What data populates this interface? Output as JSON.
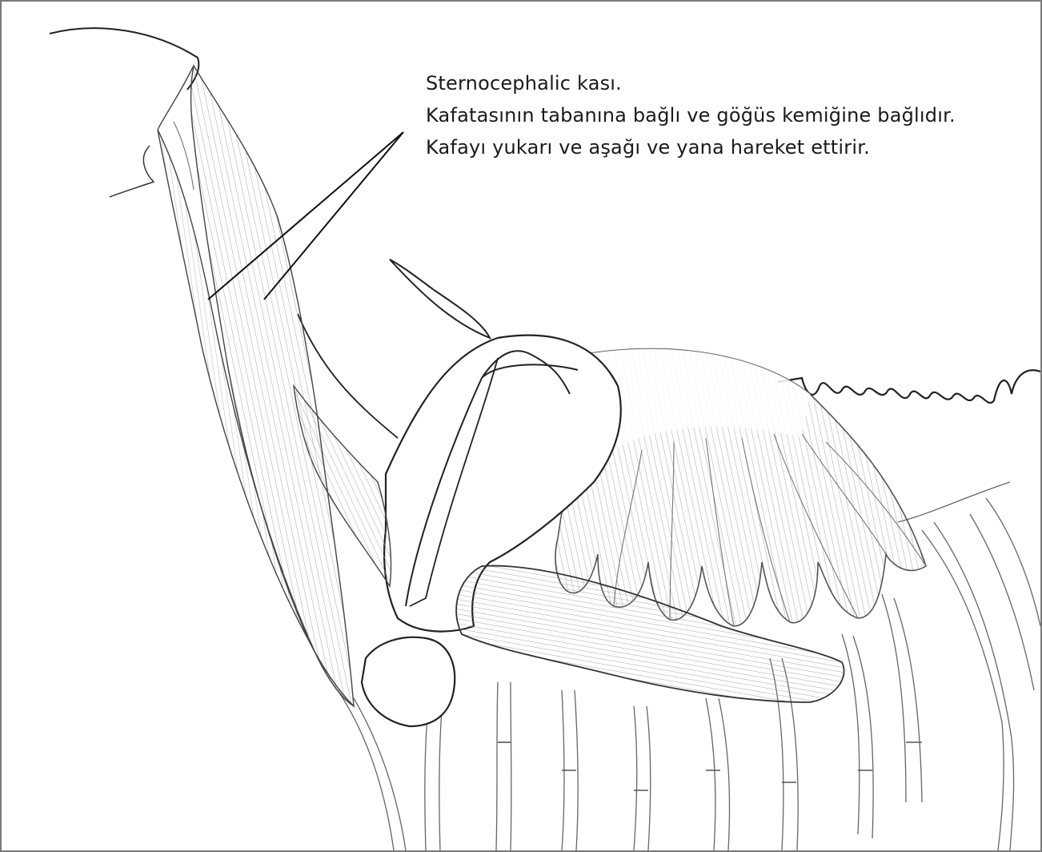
{
  "caption": {
    "line1": "Sternocephalic kası.",
    "line2": "Kafatasının tabanına bağlı ve göğüs kemiğine bağlıdır.",
    "line3": "Kafayı yukarı ve aşağı ve yana hareket ettirir."
  },
  "colors": {
    "ink": "#222222",
    "muscle_stroke": "#8a8a8a",
    "muscle_shade": "#d9d9d9",
    "frame": "#7a7a7a"
  }
}
